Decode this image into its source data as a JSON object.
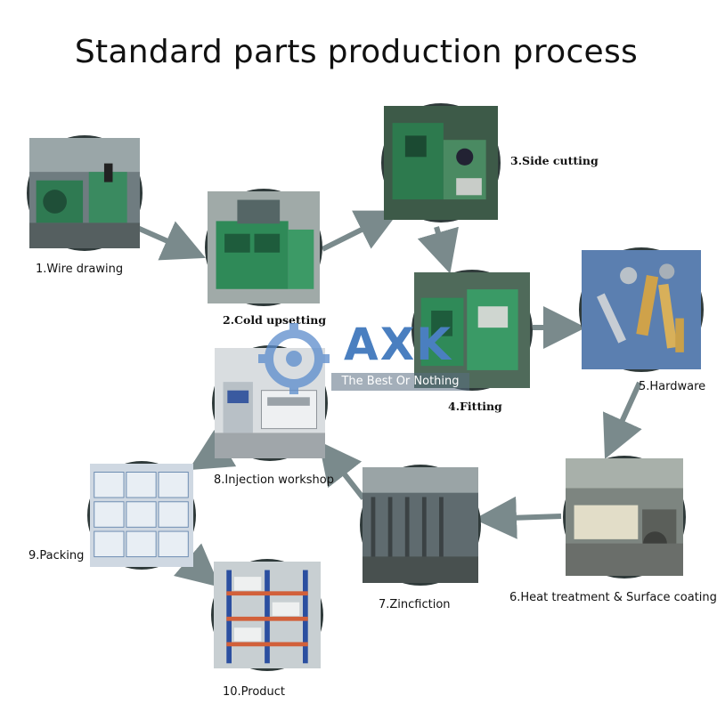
{
  "title": "Standard parts production process",
  "steps": [
    {
      "label": "1.Wire drawing"
    },
    {
      "label": "2.Cold upsetting"
    },
    {
      "label": "3.Side cutting"
    },
    {
      "label": "4.Fitting"
    },
    {
      "label": "5.Hardware"
    },
    {
      "label": "6.Heat treatment & Surface coating"
    },
    {
      "label": "7.Zincfiction"
    },
    {
      "label": "8.Injection workshop"
    },
    {
      "label": "9.Packing"
    },
    {
      "label": "10.Product"
    }
  ],
  "watermark": {
    "brand": "AXK",
    "tagline": "The Best Or Nothing",
    "color": "#4a7fc0"
  },
  "colors": {
    "arrow": "#7a8a8c",
    "circle_border": "#2f3a3a",
    "machine_green": "#2f7a52"
  }
}
